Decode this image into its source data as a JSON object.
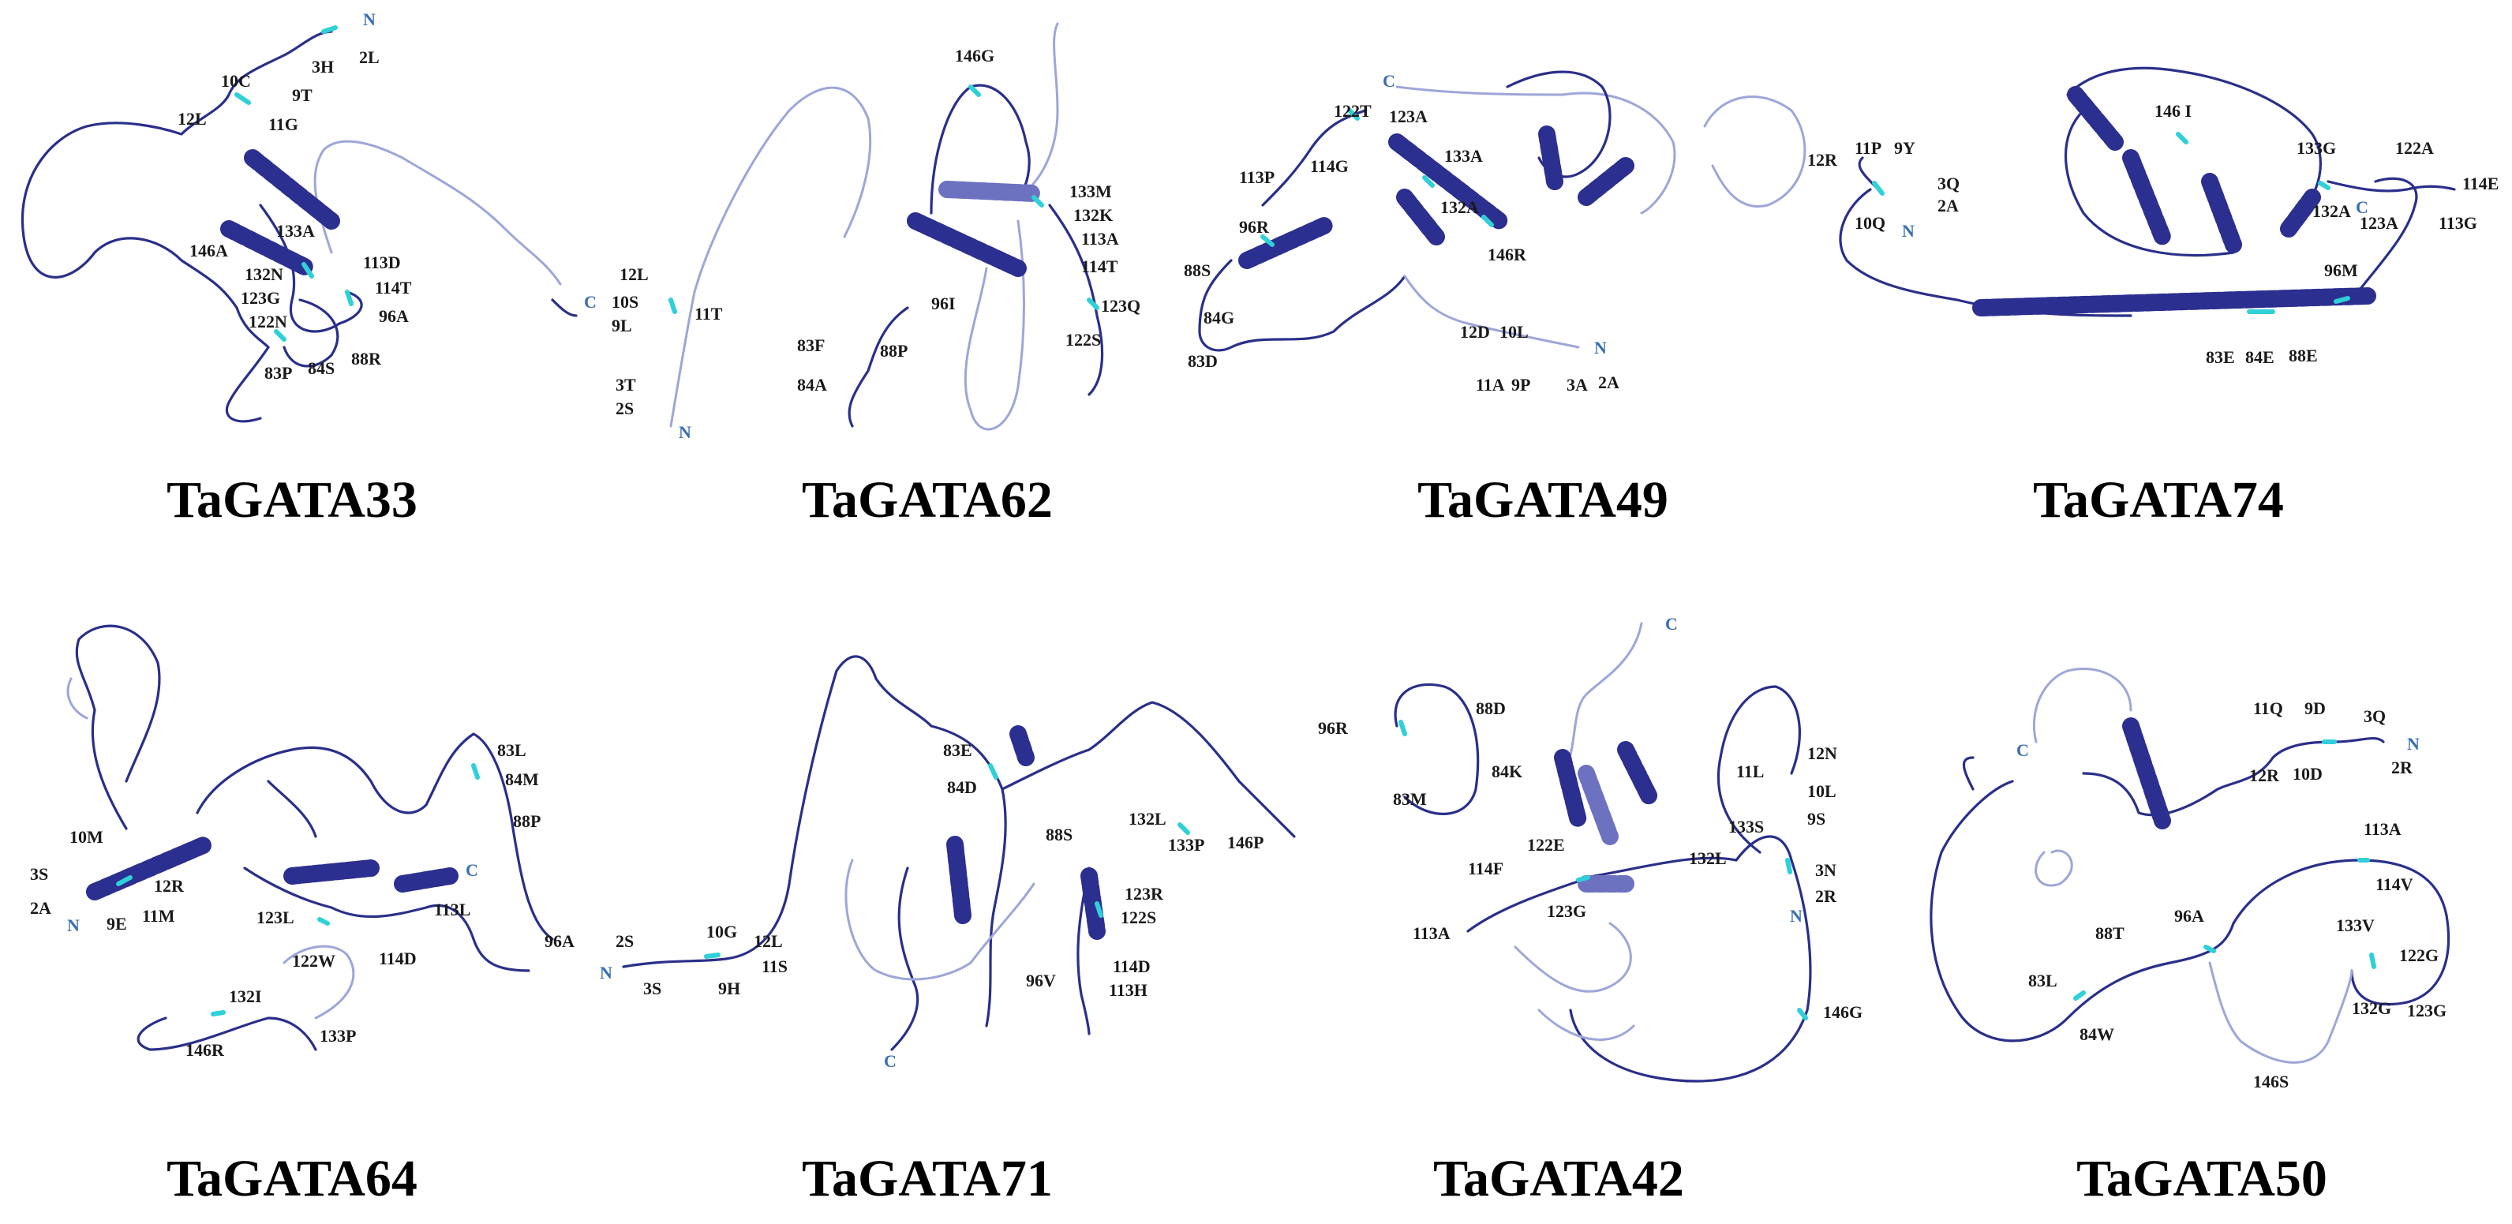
{
  "panels": [
    {
      "title": "TaGATA33",
      "labels": [
        {
          "t": "N",
          "term": true
        },
        {
          "t": "2L"
        },
        {
          "t": "3H"
        },
        {
          "t": "10C"
        },
        {
          "t": "9T"
        },
        {
          "t": "12L"
        },
        {
          "t": "11G"
        },
        {
          "t": "133A"
        },
        {
          "t": "146A"
        },
        {
          "t": "132N"
        },
        {
          "t": "123G"
        },
        {
          "t": "122N"
        },
        {
          "t": "113D"
        },
        {
          "t": "114T"
        },
        {
          "t": "96A"
        },
        {
          "t": "88R"
        },
        {
          "t": "84S"
        },
        {
          "t": "83P"
        },
        {
          "t": "C",
          "term": true
        }
      ]
    },
    {
      "title": "TaGATA62",
      "labels": [
        {
          "t": "146G"
        },
        {
          "t": "133M"
        },
        {
          "t": "132K"
        },
        {
          "t": "113A"
        },
        {
          "t": "114T"
        },
        {
          "t": "123Q"
        },
        {
          "t": "122S"
        },
        {
          "t": "96I"
        },
        {
          "t": "88P"
        },
        {
          "t": "83F"
        },
        {
          "t": "84A"
        },
        {
          "t": "12L"
        },
        {
          "t": "10S"
        },
        {
          "t": "11T"
        },
        {
          "t": "9L"
        },
        {
          "t": "3T"
        },
        {
          "t": "2S"
        },
        {
          "t": "N",
          "term": true
        }
      ]
    },
    {
      "title": "TaGATA49",
      "labels": [
        {
          "t": "C",
          "term": true
        },
        {
          "t": "122T"
        },
        {
          "t": "123A"
        },
        {
          "t": "133A"
        },
        {
          "t": "132A"
        },
        {
          "t": "146R"
        },
        {
          "t": "113P"
        },
        {
          "t": "114G"
        },
        {
          "t": "96R"
        },
        {
          "t": "88S"
        },
        {
          "t": "84G"
        },
        {
          "t": "83D"
        },
        {
          "t": "12D"
        },
        {
          "t": "10L"
        },
        {
          "t": "11A"
        },
        {
          "t": "9P"
        },
        {
          "t": "3A"
        },
        {
          "t": "2A"
        },
        {
          "t": "N",
          "term": true
        }
      ]
    },
    {
      "title": "TaGATA74",
      "labels": [
        {
          "t": "12R"
        },
        {
          "t": "11P"
        },
        {
          "t": "9Y"
        },
        {
          "t": "3Q"
        },
        {
          "t": "2A"
        },
        {
          "t": "10Q"
        },
        {
          "t": "N",
          "term": true
        },
        {
          "t": "146 I"
        },
        {
          "t": "133G"
        },
        {
          "t": "C",
          "term": true
        },
        {
          "t": "122A"
        },
        {
          "t": "114E"
        },
        {
          "t": "113G"
        },
        {
          "t": "123A"
        },
        {
          "t": "132A"
        },
        {
          "t": "96M"
        },
        {
          "t": "83E"
        },
        {
          "t": "84E"
        },
        {
          "t": "88E"
        }
      ]
    },
    {
      "title": "TaGATA64",
      "labels": [
        {
          "t": "83L"
        },
        {
          "t": "84M"
        },
        {
          "t": "88P"
        },
        {
          "t": "96A"
        },
        {
          "t": "10M"
        },
        {
          "t": "3S"
        },
        {
          "t": "12R"
        },
        {
          "t": "2A"
        },
        {
          "t": "N",
          "term": true
        },
        {
          "t": "9E"
        },
        {
          "t": "11M"
        },
        {
          "t": "C",
          "term": true
        },
        {
          "t": "123L"
        },
        {
          "t": "122W"
        },
        {
          "t": "113L"
        },
        {
          "t": "114D"
        },
        {
          "t": "132I"
        },
        {
          "t": "133P"
        },
        {
          "t": "146R"
        }
      ]
    },
    {
      "title": "TaGATA71",
      "labels": [
        {
          "t": "83E"
        },
        {
          "t": "84D"
        },
        {
          "t": "88S"
        },
        {
          "t": "132L"
        },
        {
          "t": "133P"
        },
        {
          "t": "146P"
        },
        {
          "t": "123R"
        },
        {
          "t": "122S"
        },
        {
          "t": "2S"
        },
        {
          "t": "10G"
        },
        {
          "t": "12L"
        },
        {
          "t": "N",
          "term": true
        },
        {
          "t": "3S"
        },
        {
          "t": "9H"
        },
        {
          "t": "11S"
        },
        {
          "t": "96V"
        },
        {
          "t": "114D"
        },
        {
          "t": "113H"
        },
        {
          "t": "C",
          "term": true
        }
      ]
    },
    {
      "title": "TaGATA42",
      "labels": [
        {
          "t": "C",
          "term": true
        },
        {
          "t": "96R"
        },
        {
          "t": "88D"
        },
        {
          "t": "84K"
        },
        {
          "t": "83M"
        },
        {
          "t": "11L"
        },
        {
          "t": "12N"
        },
        {
          "t": "10L"
        },
        {
          "t": "9S"
        },
        {
          "t": "133S"
        },
        {
          "t": "122E"
        },
        {
          "t": "114F"
        },
        {
          "t": "132L"
        },
        {
          "t": "3N"
        },
        {
          "t": "2R"
        },
        {
          "t": "N",
          "term": true
        },
        {
          "t": "123G"
        },
        {
          "t": "113A"
        },
        {
          "t": "146G"
        }
      ]
    },
    {
      "title": "TaGATA50",
      "labels": [
        {
          "t": "11Q"
        },
        {
          "t": "9D"
        },
        {
          "t": "3Q"
        },
        {
          "t": "C",
          "term": true
        },
        {
          "t": "12R"
        },
        {
          "t": "10D"
        },
        {
          "t": "N",
          "term": true
        },
        {
          "t": "2R"
        },
        {
          "t": "113A"
        },
        {
          "t": "114V"
        },
        {
          "t": "88T"
        },
        {
          "t": "96A"
        },
        {
          "t": "133V"
        },
        {
          "t": "122G"
        },
        {
          "t": "83L"
        },
        {
          "t": "84W"
        },
        {
          "t": "132G"
        },
        {
          "t": "123G"
        },
        {
          "t": "146S"
        }
      ]
    }
  ],
  "colors": {
    "coil": "#2a2f8a",
    "coil_light": "#9ea6d8",
    "helix": "#2b2f8f",
    "highlight": "#2fd0d8",
    "terminus_label": "#3a6fb0"
  }
}
